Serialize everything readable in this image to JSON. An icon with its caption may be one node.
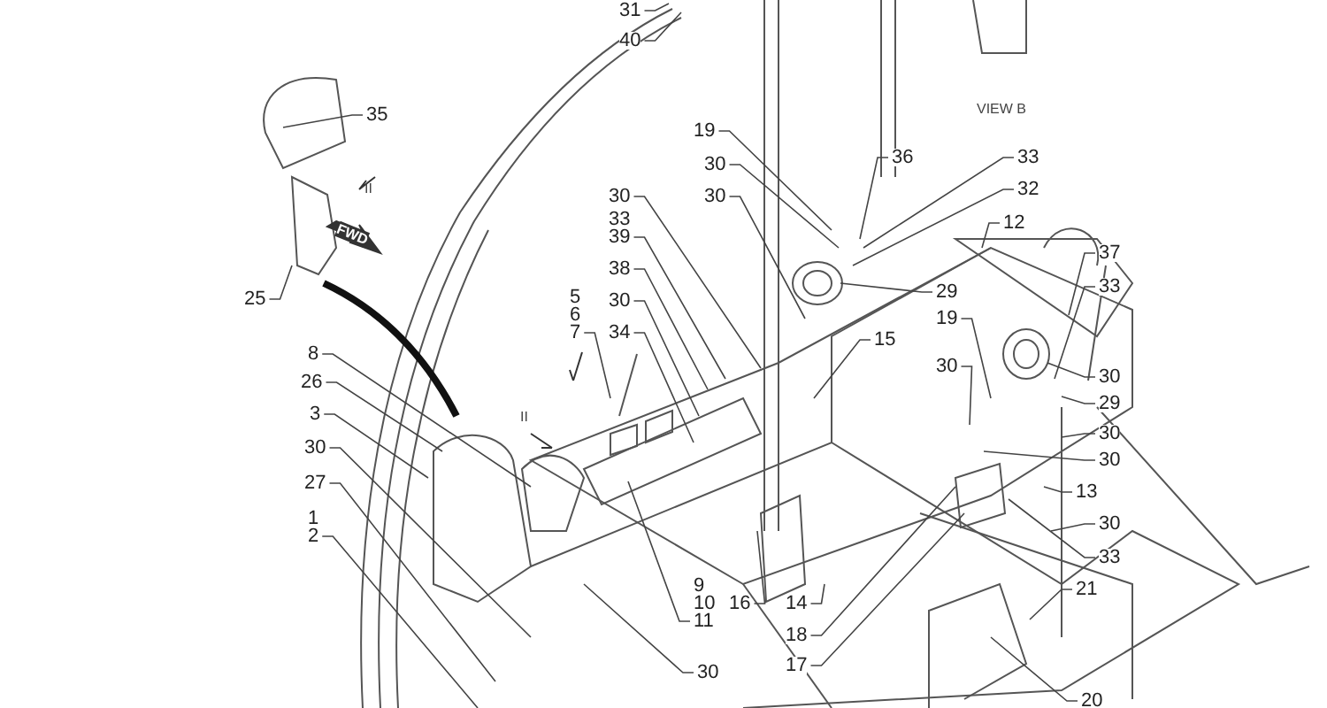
{
  "diagram": {
    "nodes": [
      {
        "text": [
          "31"
        ]
      },
      {
        "text": [
          "40"
        ]
      },
      {
        "text": [
          "35"
        ]
      },
      {
        "text": [
          "19"
        ]
      },
      {
        "text": [
          "36"
        ]
      },
      {
        "text": [
          "33"
        ]
      },
      {
        "text": [
          "30"
        ]
      },
      {
        "text": [
          "32"
        ]
      },
      {
        "text": [
          "30"
        ]
      },
      {
        "text": [
          "30"
        ]
      },
      {
        "text": [
          "33",
          "39"
        ]
      },
      {
        "text": [
          "12"
        ]
      },
      {
        "text": [
          "37"
        ]
      },
      {
        "text": [
          "38"
        ]
      },
      {
        "text": [
          "33"
        ]
      },
      {
        "text": [
          "29"
        ]
      },
      {
        "text": [
          "25"
        ]
      },
      {
        "text": [
          "5",
          "6",
          "7"
        ]
      },
      {
        "text": [
          "30"
        ]
      },
      {
        "text": [
          "19"
        ]
      },
      {
        "text": [
          "34"
        ]
      },
      {
        "text": [
          "15"
        ]
      },
      {
        "text": [
          "8"
        ]
      },
      {
        "text": [
          "30"
        ]
      },
      {
        "text": [
          "30"
        ]
      },
      {
        "text": [
          "26"
        ]
      },
      {
        "text": [
          "29"
        ]
      },
      {
        "text": [
          "3"
        ]
      },
      {
        "text": [
          "30"
        ]
      },
      {
        "text": [
          "30"
        ]
      },
      {
        "text": [
          "30"
        ]
      },
      {
        "text": [
          "27"
        ]
      },
      {
        "text": [
          "13"
        ]
      },
      {
        "text": [
          "1",
          "2"
        ]
      },
      {
        "text": [
          "30"
        ]
      },
      {
        "text": [
          "33"
        ]
      },
      {
        "text": [
          "21"
        ]
      },
      {
        "text": [
          "9",
          "10",
          "11"
        ]
      },
      {
        "text": [
          "16"
        ]
      },
      {
        "text": [
          "14"
        ]
      },
      {
        "text": [
          "18"
        ]
      },
      {
        "text": [
          "17"
        ]
      },
      {
        "text": [
          "30"
        ]
      },
      {
        "text": [
          "20"
        ]
      }
    ],
    "edges": [
      {
        "from": 0,
        "to": null,
        "arrow": "none"
      },
      {
        "from": 1,
        "to": null,
        "arrow": "none"
      },
      {
        "from": 2,
        "to": null,
        "arrow": "none"
      },
      {
        "from": 3,
        "to": null,
        "arrow": "none"
      },
      {
        "from": 4,
        "to": null,
        "arrow": "none"
      },
      {
        "from": 5,
        "to": null,
        "arrow": "none"
      },
      {
        "from": 6,
        "to": null,
        "arrow": "none"
      },
      {
        "from": 7,
        "to": null,
        "arrow": "none"
      },
      {
        "from": 8,
        "to": null,
        "arrow": "none"
      },
      {
        "from": 9,
        "to": null,
        "arrow": "none"
      },
      {
        "from": 10,
        "to": null,
        "arrow": "none"
      },
      {
        "from": 11,
        "to": null,
        "arrow": "none"
      },
      {
        "from": 12,
        "to": null,
        "arrow": "none"
      },
      {
        "from": 13,
        "to": null,
        "arrow": "none"
      },
      {
        "from": 14,
        "to": null,
        "arrow": "none"
      },
      {
        "from": 15,
        "to": null,
        "arrow": "none"
      },
      {
        "from": 16,
        "to": null,
        "arrow": "none"
      },
      {
        "from": 17,
        "to": null,
        "arrow": "none"
      },
      {
        "from": 18,
        "to": null,
        "arrow": "none"
      },
      {
        "from": 19,
        "to": null,
        "arrow": "none"
      },
      {
        "from": 20,
        "to": null,
        "arrow": "none"
      },
      {
        "from": 21,
        "to": null,
        "arrow": "none"
      },
      {
        "from": 22,
        "to": null,
        "arrow": "none"
      },
      {
        "from": 23,
        "to": null,
        "arrow": "none"
      },
      {
        "from": 24,
        "to": null,
        "arrow": "none"
      },
      {
        "from": 25,
        "to": null,
        "arrow": "none"
      },
      {
        "from": 26,
        "to": null,
        "arrow": "none"
      },
      {
        "from": 27,
        "to": null,
        "arrow": "none"
      },
      {
        "from": 28,
        "to": null,
        "arrow": "none"
      },
      {
        "from": 29,
        "to": null,
        "arrow": "none"
      },
      {
        "from": 30,
        "to": null,
        "arrow": "none"
      },
      {
        "from": 31,
        "to": null,
        "arrow": "none"
      },
      {
        "from": 32,
        "to": null,
        "arrow": "none"
      },
      {
        "from": 33,
        "to": null,
        "arrow": "none"
      },
      {
        "from": 34,
        "to": null,
        "arrow": "none"
      },
      {
        "from": 35,
        "to": null,
        "arrow": "none"
      },
      {
        "from": 36,
        "to": null,
        "arrow": "none"
      },
      {
        "from": 37,
        "to": null,
        "arrow": "none"
      },
      {
        "from": 38,
        "to": null,
        "arrow": "none"
      },
      {
        "from": 39,
        "to": null,
        "arrow": "none"
      },
      {
        "from": 40,
        "to": null,
        "arrow": "none"
      },
      {
        "from": 41,
        "to": null,
        "arrow": "none"
      },
      {
        "from": 42,
        "to": null,
        "arrow": "none"
      },
      {
        "from": 43,
        "to": null,
        "arrow": "none"
      }
    ],
    "labels": [
      "VIEW B",
      "II",
      "FWD",
      "II"
    ]
  }
}
